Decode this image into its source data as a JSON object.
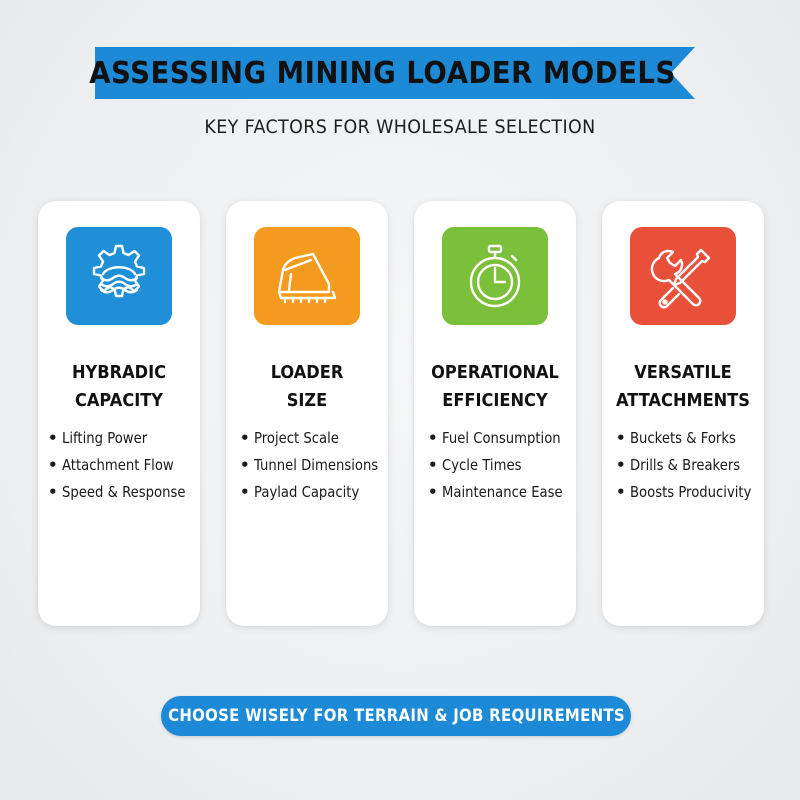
{
  "header": {
    "title": "ASSESSING MINING LOADER MODELS",
    "subtitle": "KEY FACTORS FOR WHOLESALE SELECTION",
    "accent_color": "#1c8ad6"
  },
  "cards": [
    {
      "title_line1": "HYBRADIC",
      "title_line2": "CAPACITY",
      "icon": "gear-waves-icon",
      "color": "#1f8fd8",
      "bullets": [
        "Lifting Power",
        "Attachment Flow",
        "Speed & Response"
      ]
    },
    {
      "title_line1": "LOADER",
      "title_line2": "SIZE",
      "icon": "loader-bucket-icon",
      "color": "#f39a1f",
      "bullets": [
        "Project Scale",
        "Tunnel Dimensions",
        "Paylad Capacity"
      ]
    },
    {
      "title_line1": "OPERATIONAL",
      "title_line2": "EFFICIENCY",
      "icon": "stopwatch-icon",
      "color": "#7bbf3a",
      "bullets": [
        "Fuel Consumption",
        "Cycle Times",
        "Maintenance Ease"
      ]
    },
    {
      "title_line1": "VERSATILE",
      "title_line2": "ATTACHMENTS",
      "icon": "wrench-screwdriver-icon",
      "color": "#e8503a",
      "bullets": [
        "Buckets & Forks",
        "Drills & Breakers",
        "Boosts Producivity"
      ]
    }
  ],
  "footer": {
    "label": "CHOOSE WISELY FOR TERRAIN & JOB REQUIREMENTS"
  }
}
